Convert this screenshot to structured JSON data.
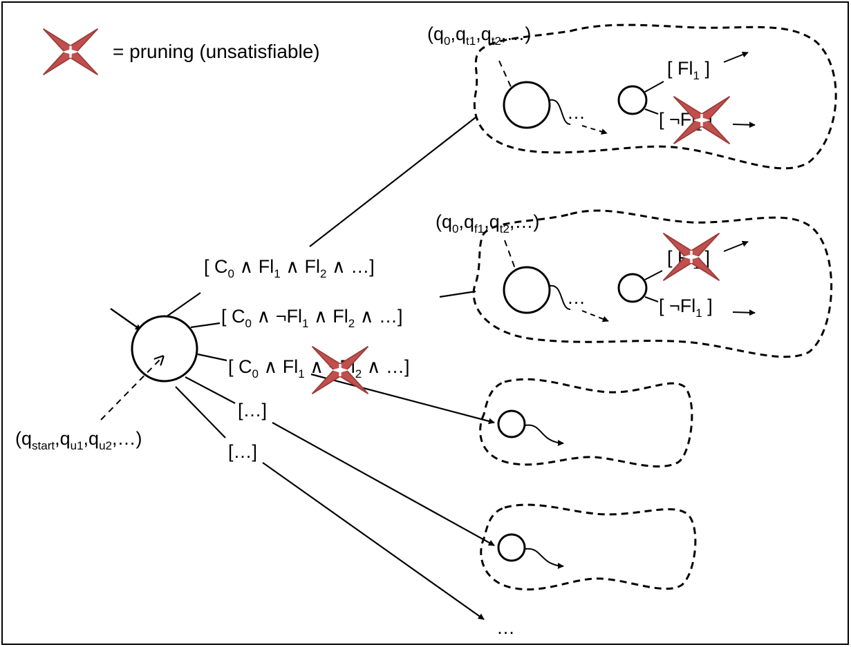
{
  "legend": {
    "icon": "red-four-point-star-icon",
    "text": "= pruning (unsatisfiable)",
    "star_color": "#c0504d"
  },
  "start_node": {
    "tuple_open": "(q",
    "sub_start": "start",
    "comma1": ",q",
    "sub_u1": "u1",
    "comma2": ",q",
    "sub_u2": "u2",
    "tuple_close": ",…)"
  },
  "branches": [
    {
      "part1": "[ C",
      "sub1": "0",
      "part2": " ∧ Fl",
      "sub2": "1",
      "part3": " ∧ Fl",
      "sub3": "2",
      "part4": " ∧ …]"
    },
    {
      "part1": "[ C",
      "sub1": "0",
      "part2": " ∧ ¬Fl",
      "sub2": "1",
      "part3": " ∧ Fl",
      "sub3": "2",
      "part4": " ∧ …]"
    },
    {
      "part1": "[ C",
      "sub1": "0",
      "part2": " ∧ Fl",
      "sub2": "1",
      "part3": " ∧ ¬Fl",
      "sub3": "2",
      "part4": " ∧ …]",
      "pruned": true
    },
    {
      "label": "[…]"
    },
    {
      "label": "[…]"
    }
  ],
  "subgraph_top": {
    "tuple_open": "(q",
    "sub_a": "0",
    "comma1": ",q",
    "sub_b": "t1",
    "comma2": ",q",
    "sub_c": "t2",
    "tuple_close": ",…)",
    "ellipsis": "…",
    "guard1_pre": "[ Fl",
    "guard1_sub": "1",
    "guard1_post": " ]",
    "guard2_pre": "[ ¬Fl",
    "guard2_sub": "1",
    "guard2_post": " ]",
    "guard2_pruned": true
  },
  "subgraph_mid": {
    "tuple_open": "(q",
    "sub_a": "0",
    "comma1": ",q",
    "sub_b": "f1",
    "comma2": ",q",
    "sub_c": "t2",
    "tuple_close": ",…)",
    "ellipsis": "…",
    "guard1_pre": "[ Fl",
    "guard1_sub": "1",
    "guard1_post": " ]",
    "guard1_pruned": true,
    "guard2_pre": "[ ¬Fl",
    "guard2_sub": "1",
    "guard2_post": " ]"
  },
  "trailing_ellipsis": "…"
}
